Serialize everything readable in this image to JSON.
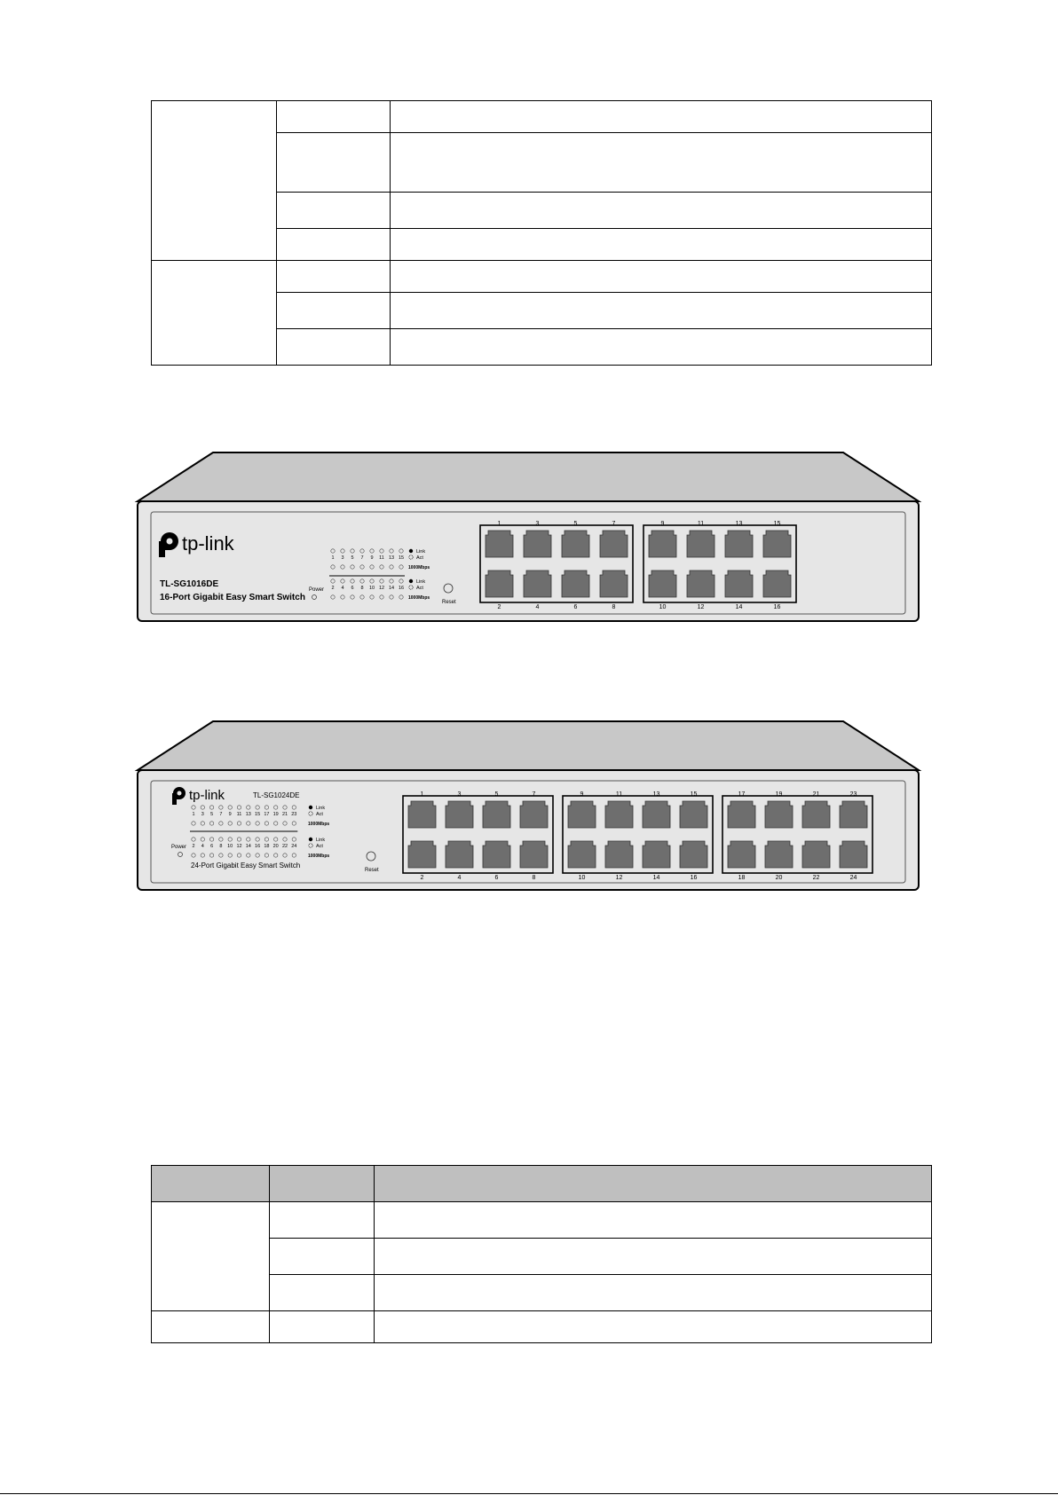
{
  "switch16": {
    "brand": "tp-link",
    "model": "TL-SG1016DE",
    "description": "16-Port Gigabit Easy Smart Switch",
    "led_odd": [
      "1",
      "3",
      "5",
      "7",
      "9",
      "11",
      "13",
      "15"
    ],
    "led_even": [
      "2",
      "4",
      "6",
      "8",
      "10",
      "12",
      "14",
      "16"
    ],
    "legend_link": "Link",
    "legend_act": "Act",
    "legend_speed": "1000Mbps",
    "power_label": "Power",
    "reset_label": "Reset",
    "ports_top": [
      "1",
      "3",
      "5",
      "7",
      "9",
      "11",
      "13",
      "15"
    ],
    "ports_bottom": [
      "2",
      "4",
      "6",
      "8",
      "10",
      "12",
      "14",
      "16"
    ]
  },
  "switch24": {
    "brand": "tp-link",
    "model": "TL-SG1024DE",
    "description": "24-Port Gigabit Easy Smart Switch",
    "led_odd": [
      "1",
      "3",
      "5",
      "7",
      "9",
      "11",
      "13",
      "15",
      "17",
      "19",
      "21",
      "23"
    ],
    "led_even": [
      "2",
      "4",
      "6",
      "8",
      "10",
      "12",
      "14",
      "16",
      "18",
      "20",
      "22",
      "24"
    ],
    "legend_link": "Link",
    "legend_act": "Act",
    "legend_speed": "1000Mbps",
    "power_label": "Power",
    "reset_label": "Reset",
    "ports_top": [
      "1",
      "3",
      "5",
      "7",
      "9",
      "11",
      "13",
      "15",
      "17",
      "19",
      "21",
      "23"
    ],
    "ports_bottom": [
      "2",
      "4",
      "6",
      "8",
      "10",
      "12",
      "14",
      "16",
      "18",
      "20",
      "22",
      "24"
    ]
  }
}
